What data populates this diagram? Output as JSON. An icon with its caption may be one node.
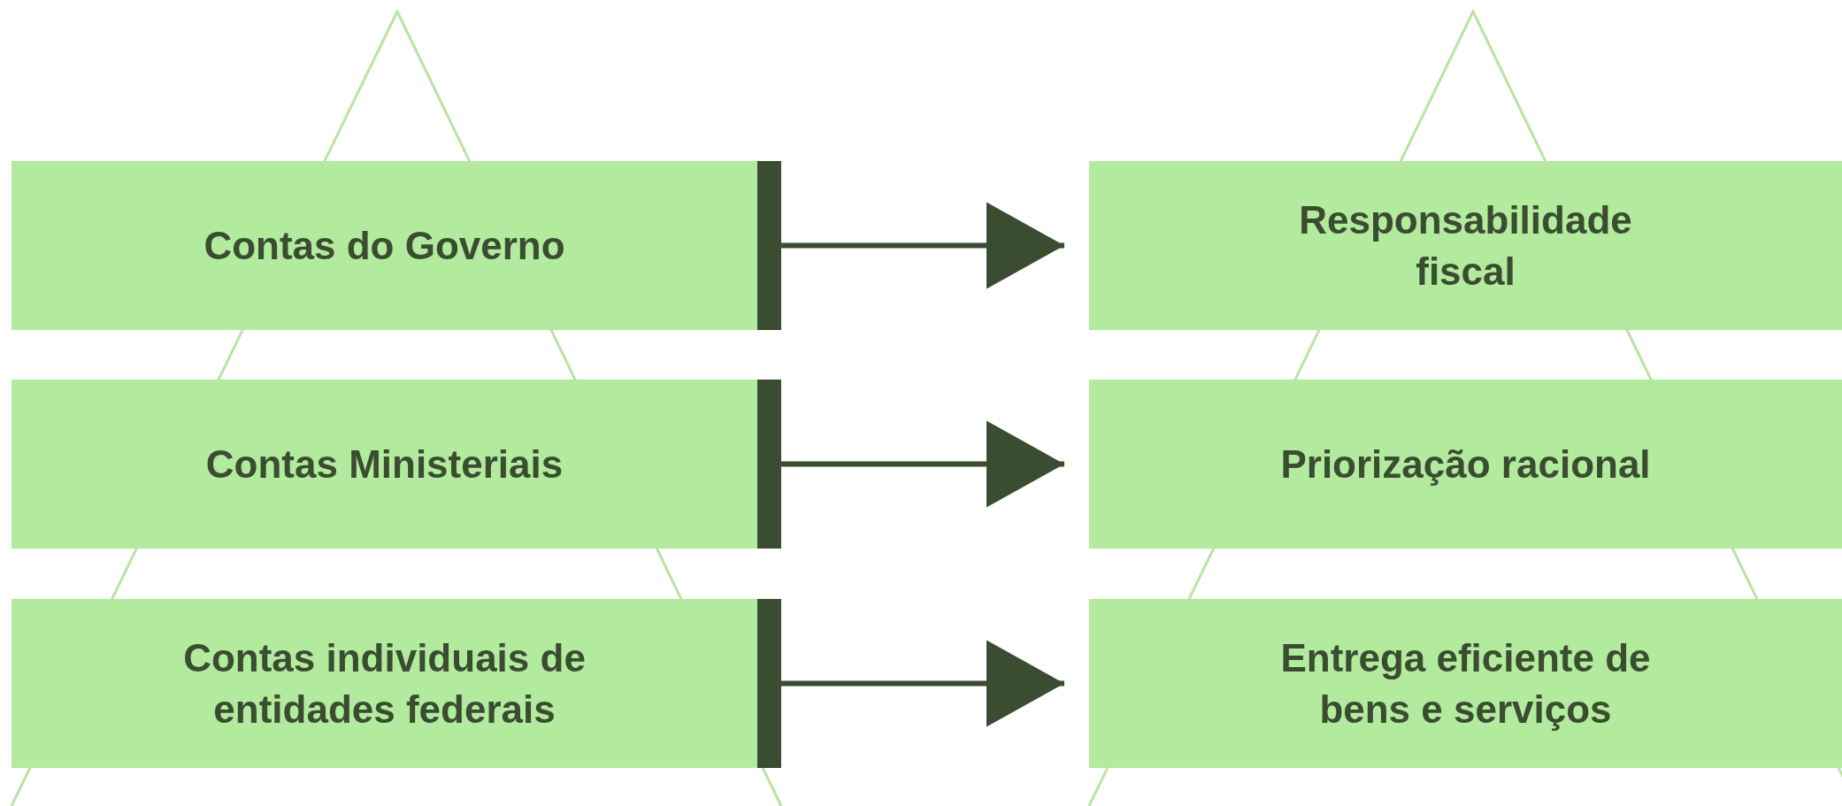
{
  "diagram": {
    "nodes": [
      {
        "text": [
          "Contas do Governo"
        ]
      },
      {
        "text": [
          "Contas Ministeriais"
        ]
      },
      {
        "text": [
          "Contas individuais de entidades federais"
        ]
      },
      {
        "text": [
          "Responsabilidade fiscal"
        ]
      },
      {
        "text": [
          "Priorização racional"
        ]
      },
      {
        "text": [
          "Entrega eficiente de bens e serviços"
        ]
      }
    ],
    "edges": [
      {
        "from": 0,
        "to": 3,
        "arrow": "to"
      },
      {
        "from": 1,
        "to": 4,
        "arrow": "to"
      },
      {
        "from": 2,
        "to": 5,
        "arrow": "to"
      }
    ]
  }
}
